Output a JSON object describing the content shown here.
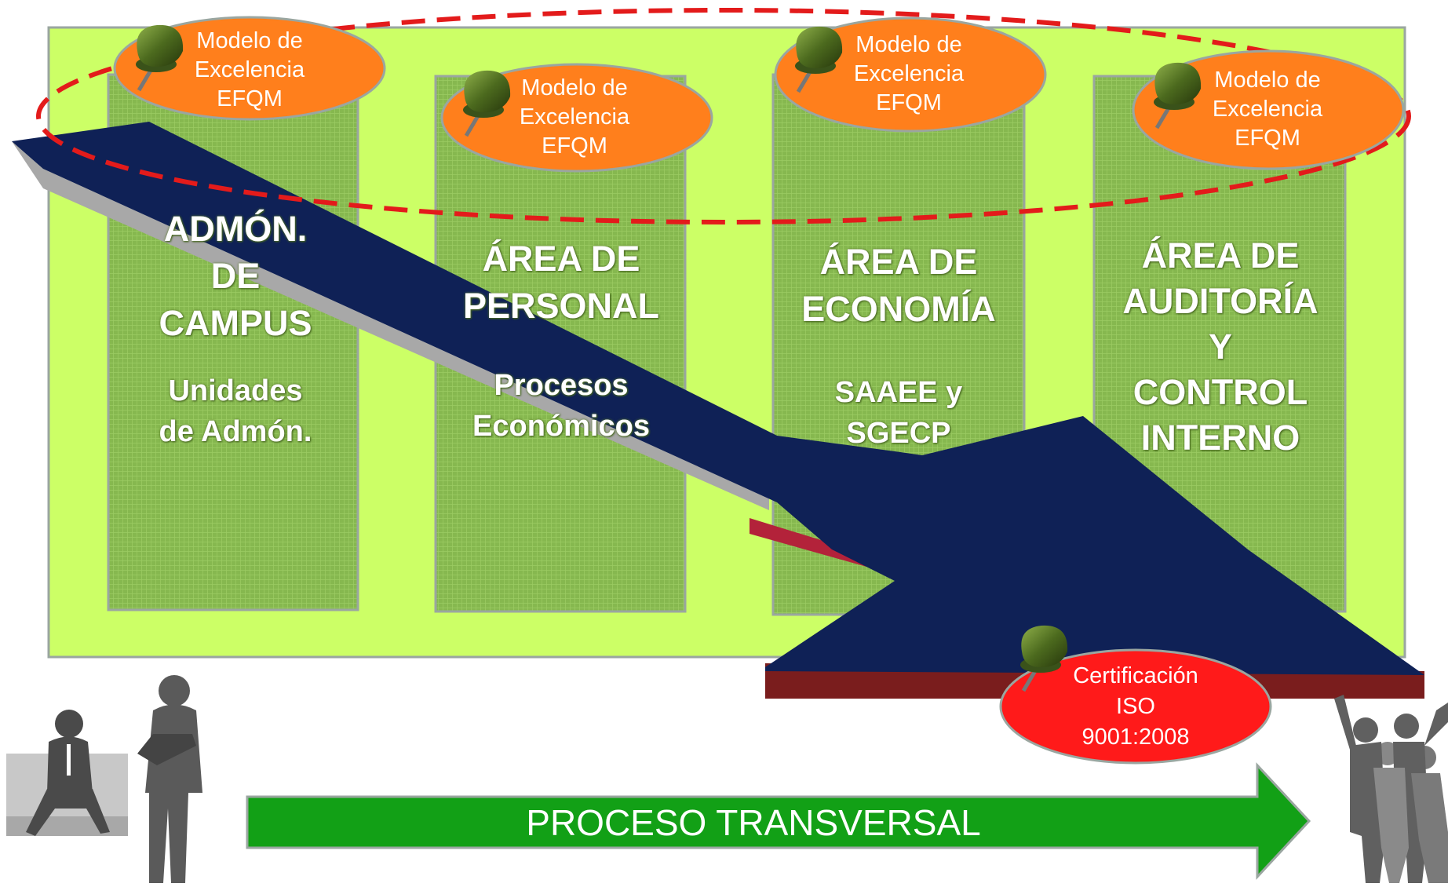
{
  "efqm_label": [
    "Modelo de",
    "Excelencia",
    "EFQM"
  ],
  "columns": [
    {
      "title": [
        "ADMÓN.",
        "DE",
        "CAMPUS"
      ],
      "subtitle": [
        "Unidades",
        "de Admón."
      ]
    },
    {
      "title": [
        "ÁREA DE",
        "PERSONAL"
      ],
      "subtitle": [
        "Procesos",
        "Económicos"
      ]
    },
    {
      "title": [
        "ÁREA DE",
        "ECONOMÍA"
      ],
      "subtitle": [
        "SAAEE y",
        "SGECP"
      ]
    },
    {
      "title": [
        "ÁREA DE",
        "AUDITORÍA",
        "Y",
        "CONTROL",
        "INTERNO"
      ],
      "subtitle": []
    }
  ],
  "certification": [
    "Certificación",
    "ISO",
    "9001:2008"
  ],
  "process_arrow": "PROCESO TRANSVERSAL",
  "colors": {
    "panel": "#ccff66",
    "column": "#7fb04a",
    "efqm_pill": "#ff7f1c",
    "iso_pill": "#ff1a1a",
    "dashed_ring": "#e31b1b",
    "road": "#0f2156",
    "arrow": "#12a016"
  },
  "icons": [
    "pushpin-icon",
    "seated-person-icon",
    "standing-person-icon",
    "celebrating-group-icon"
  ]
}
